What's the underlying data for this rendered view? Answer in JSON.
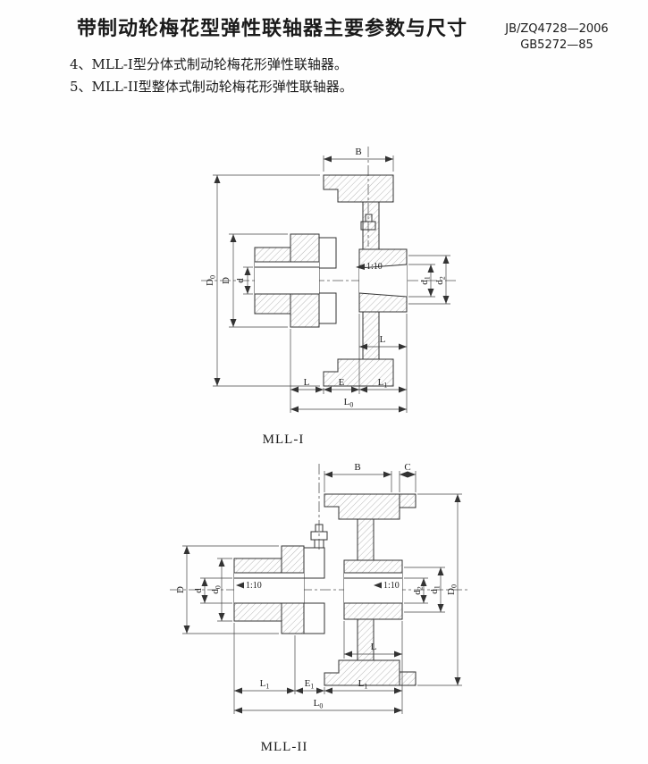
{
  "header": {
    "title": "带制动轮梅花型弹性联轴器主要参数与尺寸",
    "standard_1": "JB/ZQ4728—2006",
    "standard_2": "GB5272—85"
  },
  "notes": {
    "item_4": "4、MLL-I型分体式制动轮梅花形弹性联轴器。",
    "item_5": "5、MLL-II型整体式制动轮梅花形弹性联轴器。"
  },
  "drawing1": {
    "caption": "MLL-I",
    "labels": {
      "B": "B",
      "D0_main": "D",
      "D0_sub": "0",
      "D": "D",
      "d": "d",
      "taper": "1:10",
      "d1_main": "d",
      "d1_sub": "1",
      "d2_main": "d",
      "d2_sub": "2",
      "L_hub": "L",
      "L": "L",
      "E": "E",
      "L1_main": "L",
      "L1_sub": "1",
      "L0_main": "L",
      "L0_sub": "0"
    }
  },
  "drawing2": {
    "caption": "MLL-II",
    "labels": {
      "B": "B",
      "C": "C",
      "D": "D",
      "d": "d",
      "d0_main": "d",
      "d0_sub": "0",
      "taper_left": "1:10",
      "taper_right": "1:10",
      "d2_main": "d",
      "d2_sub": "2",
      "d1_main": "d",
      "d1_sub": "1",
      "D0_main": "D",
      "D0_sub": "0",
      "L": "L",
      "L1a_main": "L",
      "L1a_sub": "1",
      "E1_main": "E",
      "E1_sub": "1",
      "L1b_main": "L",
      "L1b_sub": "1",
      "L0_main": "L",
      "L0_sub": "0"
    }
  }
}
